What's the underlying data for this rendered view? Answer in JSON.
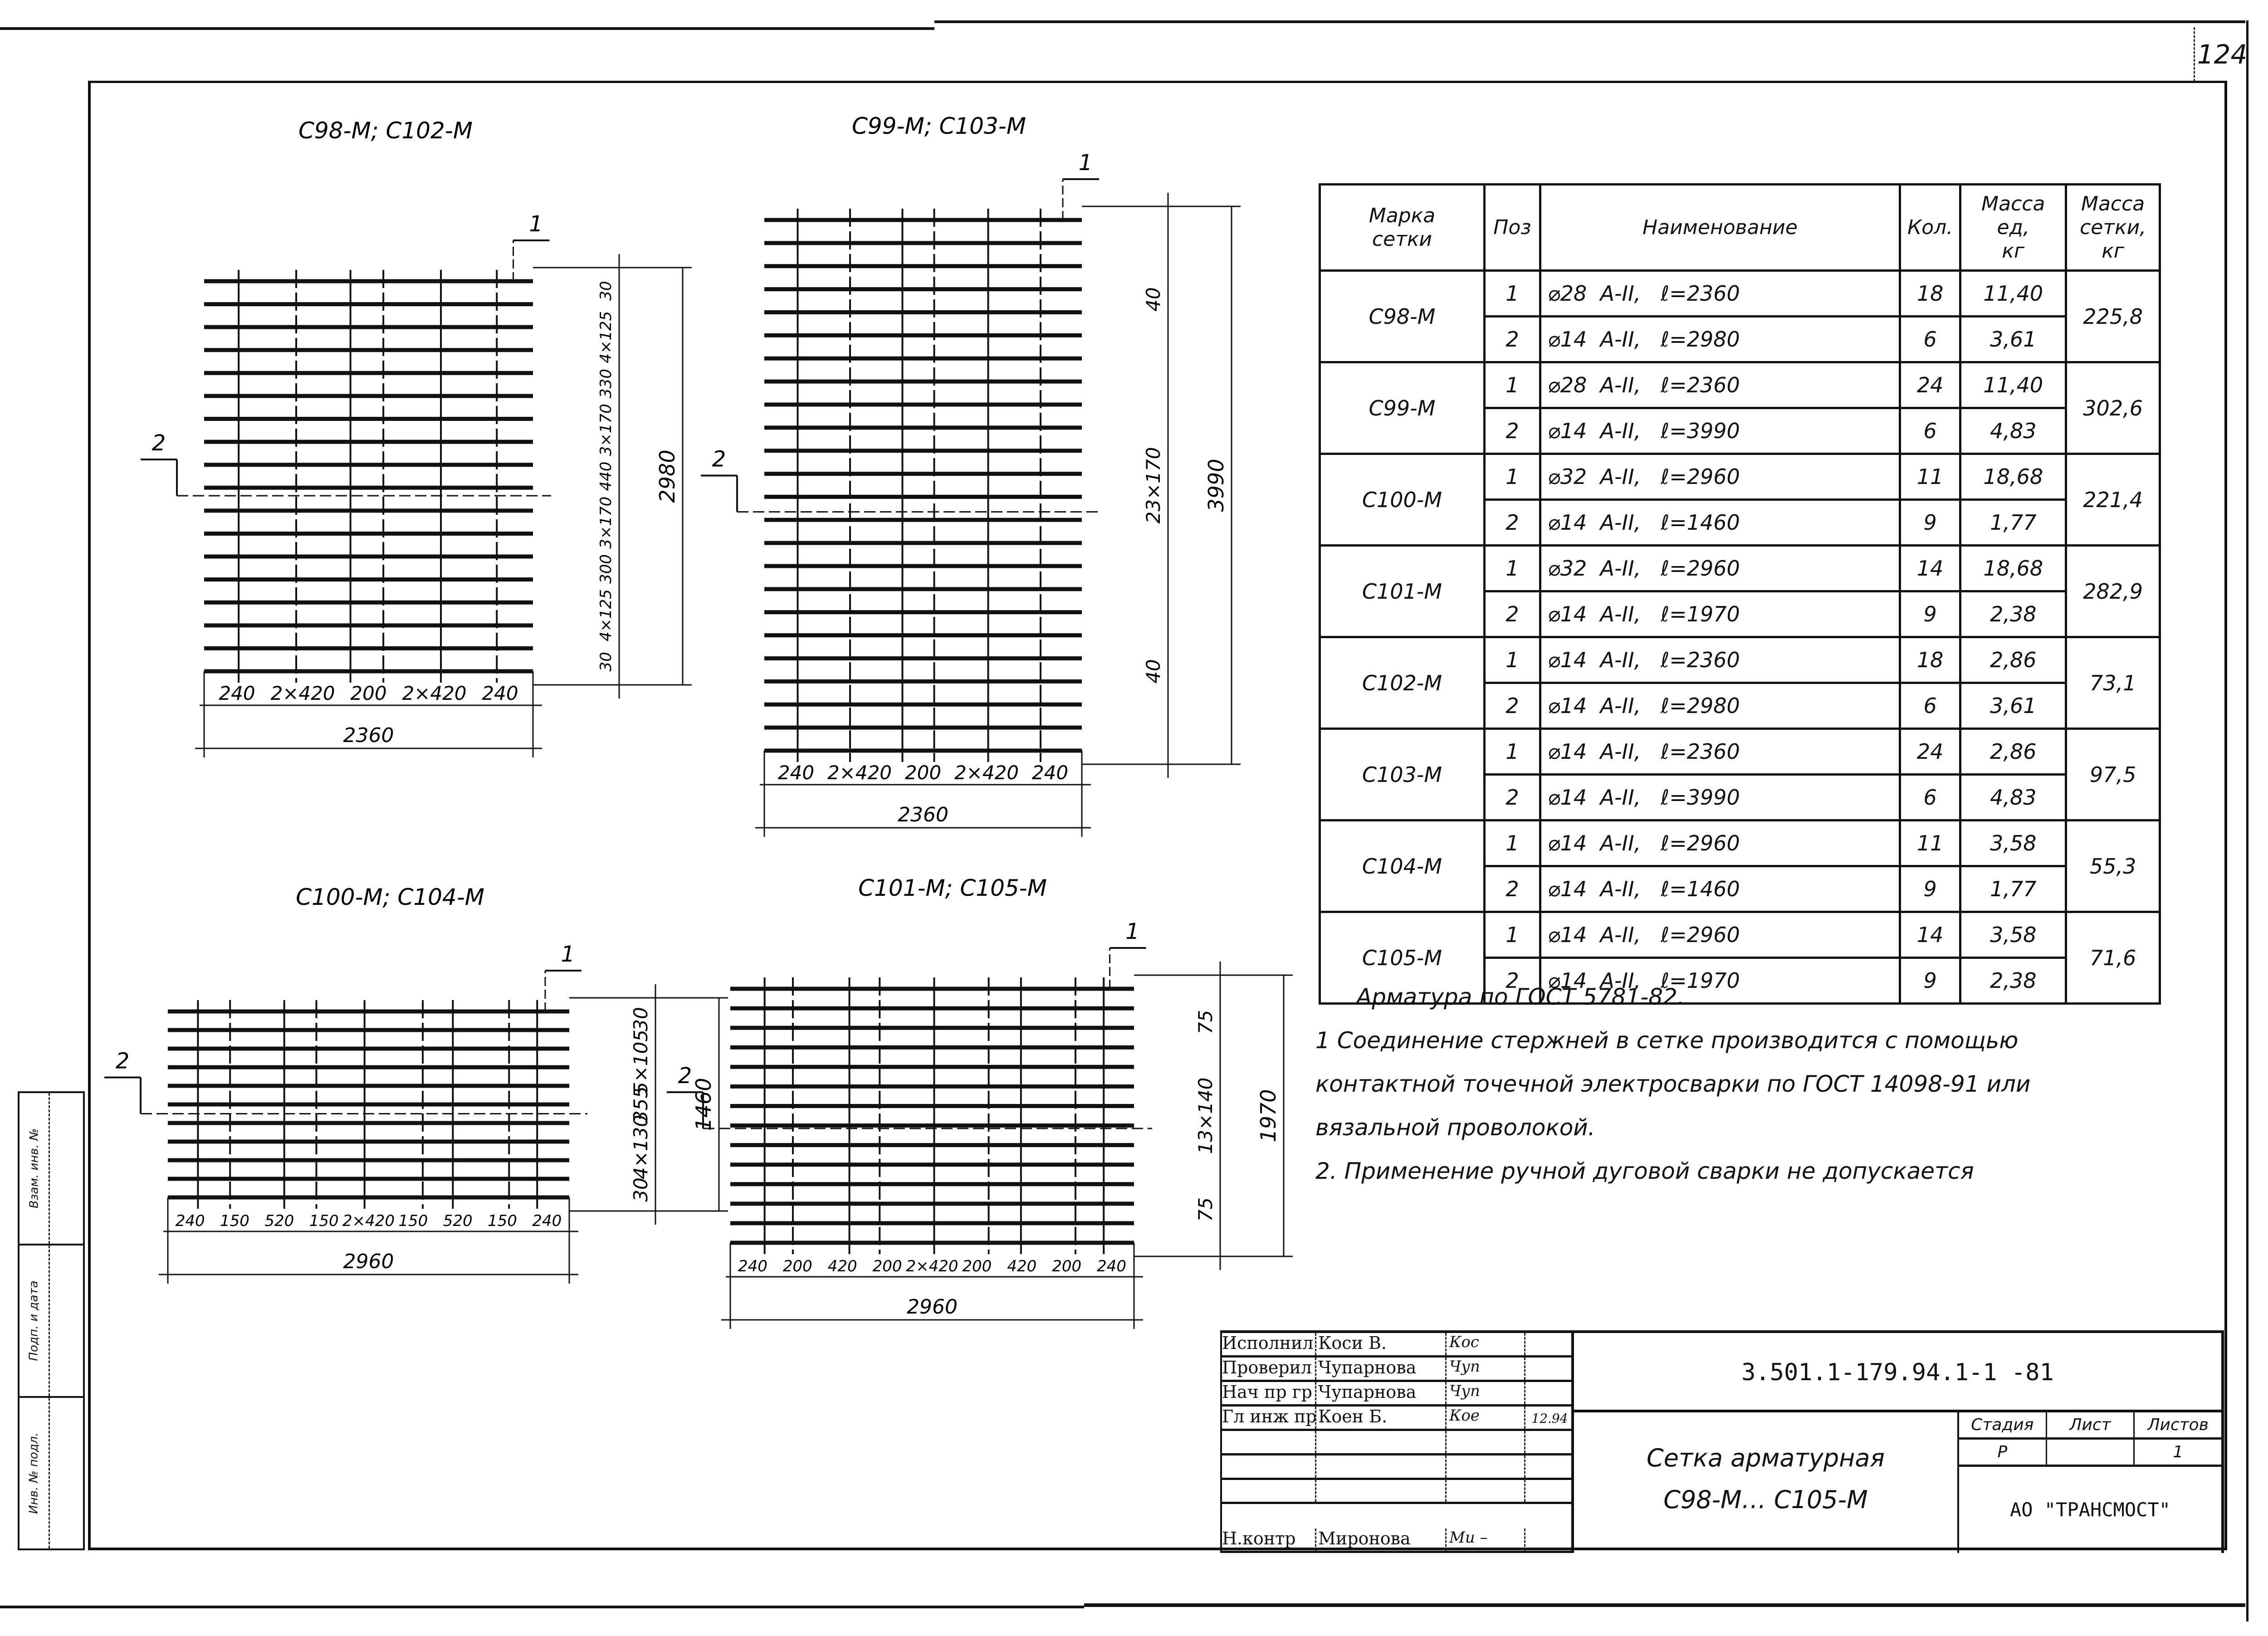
{
  "sheet_number": "124",
  "side_stamp": {
    "labels": [
      "Взам. инв. №",
      "Подп. и дата",
      "Инв. № подл."
    ]
  },
  "drawings": [
    {
      "title": "С98-М; С102-М",
      "leader_1": "1",
      "leader_2": "2",
      "horizontal_dims": [
        "240",
        "2×420",
        "200",
        "2×420",
        "240"
      ],
      "overall_width": "2360",
      "vertical_dims": [
        "30",
        "4×125",
        "330",
        "3×170",
        "440",
        "3×170",
        "300",
        "4×125",
        "30"
      ],
      "overall_height": "2980",
      "bars_h": 18,
      "bars_v": 6
    },
    {
      "title": "С99-М; С103-М",
      "leader_1": "1",
      "leader_2": "2",
      "horizontal_dims": [
        "240",
        "2×420",
        "200",
        "2×420",
        "240"
      ],
      "overall_width": "2360",
      "vertical_dims": [
        "40",
        "23×170",
        "40"
      ],
      "overall_height": "3990",
      "bars_h": 24,
      "bars_v": 6
    },
    {
      "title": "С100-М; С104-М",
      "leader_1": "1",
      "leader_2": "2",
      "horizontal_dims": [
        "240",
        "150",
        "520",
        "150",
        "2×420",
        "150",
        "520",
        "150",
        "240"
      ],
      "overall_width": "2960",
      "vertical_dims": [
        "30",
        "5×105",
        "355",
        "4×130",
        "30"
      ],
      "overall_height": "1460",
      "bars_h": 11,
      "bars_v": 9
    },
    {
      "title": "С101-М; С105-М",
      "leader_1": "1",
      "leader_2": "2",
      "horizontal_dims": [
        "240",
        "200",
        "420",
        "200",
        "2×420",
        "200",
        "420",
        "200",
        "240"
      ],
      "overall_width": "2960",
      "vertical_dims": [
        "75",
        "13×140",
        "75"
      ],
      "overall_height": "1970",
      "bars_h": 14,
      "bars_v": 9
    }
  ],
  "spec_table": {
    "headers": {
      "mark": "Марка\nсетки",
      "pos": "Поз",
      "name": "Наименование",
      "qty": "Кол.",
      "unit_mass": "Масса\nед,\nкг",
      "mesh_mass": "Масса\nсетки,\nкг"
    },
    "rows": [
      {
        "mark": "С98-М",
        "mesh_mass": "225,8",
        "items": [
          {
            "pos": "1",
            "name": "⌀28  А-II,   ℓ=2360",
            "qty": "18",
            "unit_mass": "11,40"
          },
          {
            "pos": "2",
            "name": "⌀14  А-II,   ℓ=2980",
            "qty": "6",
            "unit_mass": "3,61"
          }
        ]
      },
      {
        "mark": "С99-М",
        "mesh_mass": "302,6",
        "items": [
          {
            "pos": "1",
            "name": "⌀28  А-II,   ℓ=2360",
            "qty": "24",
            "unit_mass": "11,40"
          },
          {
            "pos": "2",
            "name": "⌀14  А-II,   ℓ=3990",
            "qty": "6",
            "unit_mass": "4,83"
          }
        ]
      },
      {
        "mark": "С100-М",
        "mesh_mass": "221,4",
        "items": [
          {
            "pos": "1",
            "name": "⌀32  А-II,   ℓ=2960",
            "qty": "11",
            "unit_mass": "18,68"
          },
          {
            "pos": "2",
            "name": "⌀14  А-II,   ℓ=1460",
            "qty": "9",
            "unit_mass": "1,77"
          }
        ]
      },
      {
        "mark": "С101-М",
        "mesh_mass": "282,9",
        "items": [
          {
            "pos": "1",
            "name": "⌀32  А-II,   ℓ=2960",
            "qty": "14",
            "unit_mass": "18,68"
          },
          {
            "pos": "2",
            "name": "⌀14  А-II,   ℓ=1970",
            "qty": "9",
            "unit_mass": "2,38"
          }
        ]
      },
      {
        "mark": "С102-М",
        "mesh_mass": "73,1",
        "items": [
          {
            "pos": "1",
            "name": "⌀14  А-II,   ℓ=2360",
            "qty": "18",
            "unit_mass": "2,86"
          },
          {
            "pos": "2",
            "name": "⌀14  А-II,   ℓ=2980",
            "qty": "6",
            "unit_mass": "3,61"
          }
        ]
      },
      {
        "mark": "С103-М",
        "mesh_mass": "97,5",
        "items": [
          {
            "pos": "1",
            "name": "⌀14  А-II,   ℓ=2360",
            "qty": "24",
            "unit_mass": "2,86"
          },
          {
            "pos": "2",
            "name": "⌀14  А-II,   ℓ=3990",
            "qty": "6",
            "unit_mass": "4,83"
          }
        ]
      },
      {
        "mark": "С104-М",
        "mesh_mass": "55,3",
        "items": [
          {
            "pos": "1",
            "name": "⌀14  А-II,   ℓ=2960",
            "qty": "11",
            "unit_mass": "3,58"
          },
          {
            "pos": "2",
            "name": "⌀14  А-II,   ℓ=1460",
            "qty": "9",
            "unit_mass": "1,77"
          }
        ]
      },
      {
        "mark": "С105-М",
        "mesh_mass": "71,6",
        "items": [
          {
            "pos": "1",
            "name": "⌀14  А-II,   ℓ=2960",
            "qty": "14",
            "unit_mass": "3,58"
          },
          {
            "pos": "2",
            "name": "⌀14  А-II,   ℓ=1970",
            "qty": "9",
            "unit_mass": "2,38"
          }
        ]
      }
    ]
  },
  "notes": {
    "steel": "Арматура   по  ГОСТ 5781-82.",
    "lines": [
      "1  Соединение   стержней  в сетке  производится  с помощью",
      "контактной  точечной  электросварки  по ГОСТ 14098-91 или",
      "вязальной   проволокой.",
      "2.  Применение  ручной дуговой  сварки  не допускается"
    ]
  },
  "title_block": {
    "signatures": [
      {
        "role": "Исполнил",
        "name": "Коси В.",
        "sign": "Кос",
        "date": ""
      },
      {
        "role": "Проверил",
        "name": "Чупарнова",
        "sign": "Чуп",
        "date": ""
      },
      {
        "role": "Нач пр гр",
        "name": "Чупарнова",
        "sign": "Чуп",
        "date": ""
      },
      {
        "role": "Гл инж пр",
        "name": "Коен Б.",
        "sign": "Кое",
        "date": "12.94"
      },
      {
        "role": "",
        "name": "",
        "sign": "",
        "date": ""
      },
      {
        "role": "",
        "name": "",
        "sign": "",
        "date": ""
      },
      {
        "role": "",
        "name": "",
        "sign": "",
        "date": ""
      },
      {
        "role": "Н.контр",
        "name": "Миронова",
        "sign": "Ми –",
        "date": ""
      }
    ],
    "document_code": "3.501.1-179.94.1-1 -81",
    "title_line1": "Сетка   арматурная",
    "title_line2": "С98-М… С105-М",
    "stage_headers": {
      "stage": "Стадия",
      "sheet": "Лист",
      "sheets": "Листов"
    },
    "stage_values": {
      "stage": "Р",
      "sheet": "",
      "sheets": "1"
    },
    "organization": "АО \"ТРАНСМОСТ\""
  }
}
